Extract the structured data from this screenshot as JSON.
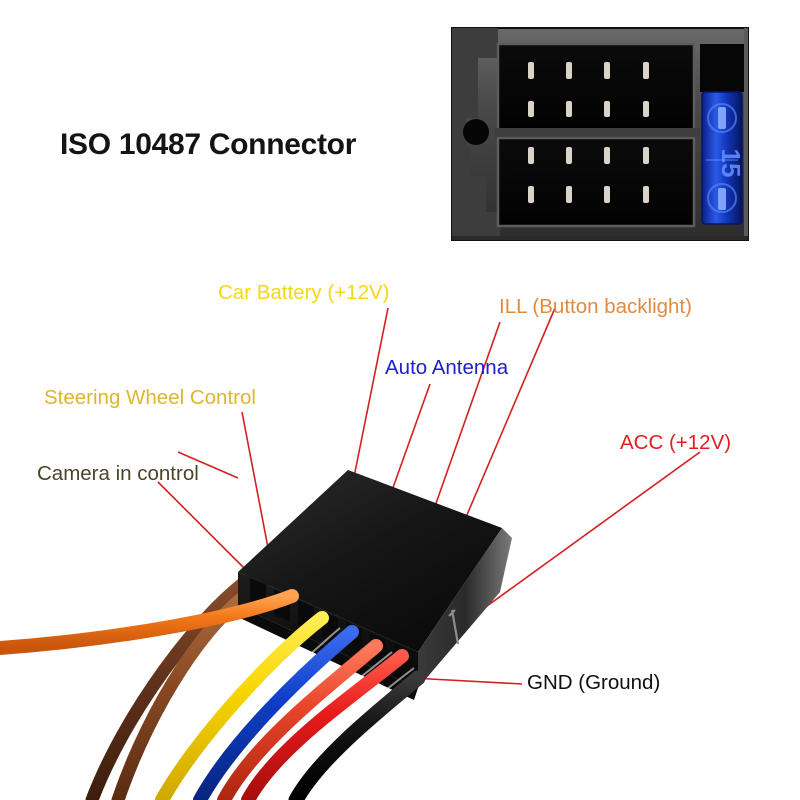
{
  "page": {
    "title": "ISO 10487 Connector",
    "background": "#ffffff"
  },
  "photo_top": {
    "name": "iso-10487-connector-photo",
    "description": "Black ISO 10487 connector housing, front view, two stacked 4-pin rows",
    "body_color": "#1a1a1a",
    "frame_color": "#4a4a4a",
    "cavity_color": "#050505",
    "pin_color": "#d8d3c8",
    "rows": 4,
    "pins_per_row": 4,
    "fuse": {
      "name": "blade-fuse",
      "rating": "15",
      "color": "#1438c8",
      "highlight": "#3f6fe8"
    }
  },
  "harness": {
    "name": "wire-harness-photo",
    "block_color": "#121212",
    "block_top_color": "#1e1e1e",
    "block_side_color": "#2a2a2a",
    "wires": [
      {
        "name": "wire-brown-dark",
        "label_ref": "camera",
        "color": "#5a2f1a"
      },
      {
        "name": "wire-brown",
        "label_ref": "camera",
        "color": "#8a4a22"
      },
      {
        "name": "wire-orange",
        "label_ref": "swc",
        "color": "#f07818"
      },
      {
        "name": "wire-yellow",
        "label_ref": "battery",
        "color": "#f5d400"
      },
      {
        "name": "wire-blue",
        "label_ref": "antenna",
        "color": "#0d3fc8"
      },
      {
        "name": "wire-red-orange",
        "label_ref": "ill",
        "color": "#e8452a"
      },
      {
        "name": "wire-red",
        "label_ref": "acc",
        "color": "#e81a1a"
      },
      {
        "name": "wire-black",
        "label_ref": "gnd",
        "color": "#111111"
      }
    ]
  },
  "labels": [
    {
      "id": "battery",
      "text": "Car Battery (+12V)",
      "color": "#f6d713"
    },
    {
      "id": "ill",
      "text": "ILL (Button backlight)",
      "color": "#e08b3e"
    },
    {
      "id": "antenna",
      "text": "Auto Antenna",
      "color": "#1f20c8"
    },
    {
      "id": "swc",
      "text": "Steering Wheel Control",
      "color": "#ddb52f"
    },
    {
      "id": "acc",
      "text": "ACC (+12V)",
      "color": "#e02020"
    },
    {
      "id": "camera",
      "text": "Camera in control",
      "color": "#4b4429"
    },
    {
      "id": "gnd",
      "text": "GND (Ground)",
      "color": "#101010"
    }
  ],
  "leader_lines": {
    "name": "callout-leader-lines",
    "color": "#d32020",
    "count": 9
  }
}
